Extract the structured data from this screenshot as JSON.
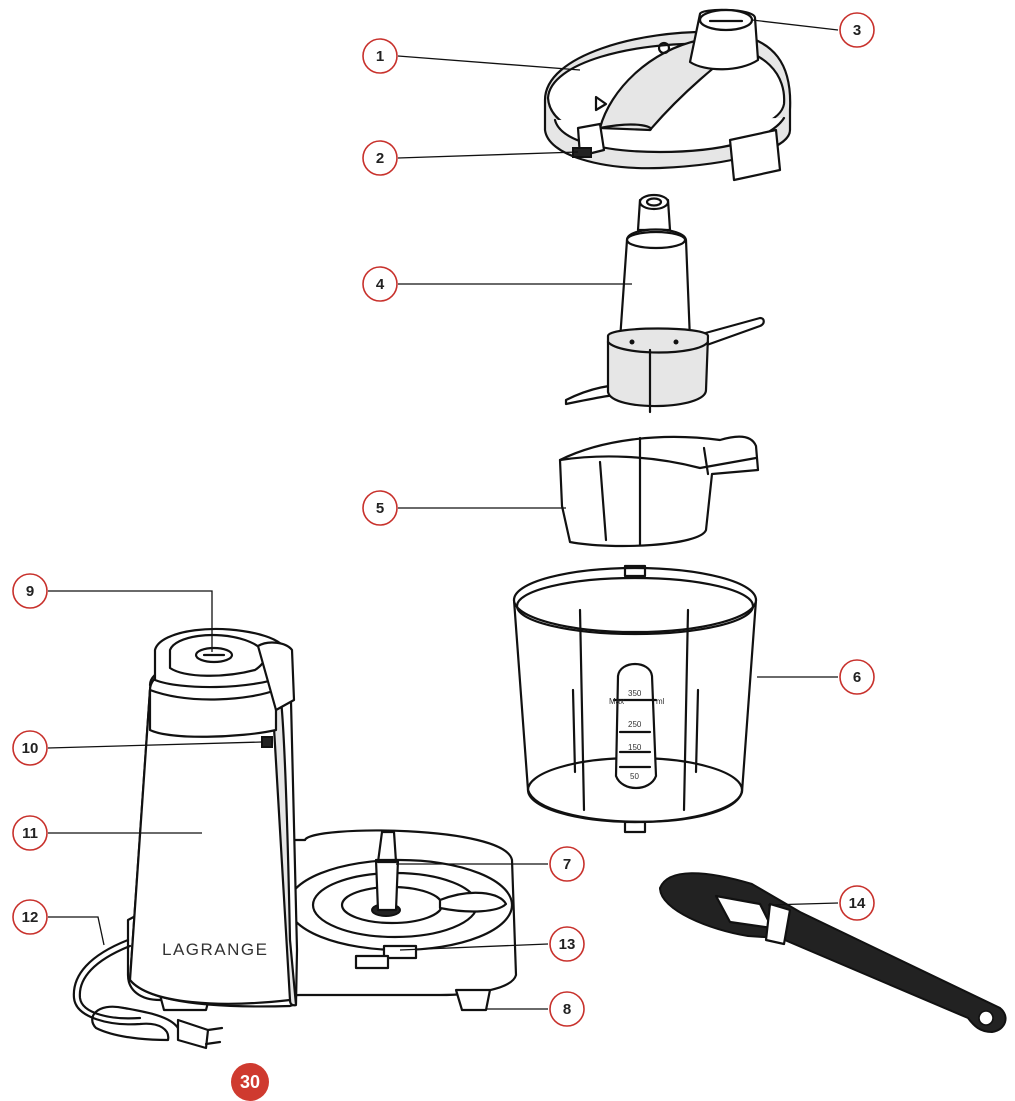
{
  "callouts": [
    "1",
    "2",
    "3",
    "4",
    "5",
    "6",
    "7",
    "8",
    "9",
    "10",
    "11",
    "12",
    "13",
    "14"
  ],
  "brand": "LAGRANGE",
  "bowl_markings": {
    "max": "Max",
    "unit": "ml",
    "levels": [
      "350",
      "250",
      "150",
      "50"
    ]
  },
  "page_number": "30",
  "colors": {
    "callout_ring": "#c8312c",
    "page_badge": "#cf3a2f",
    "line": "#111111"
  }
}
